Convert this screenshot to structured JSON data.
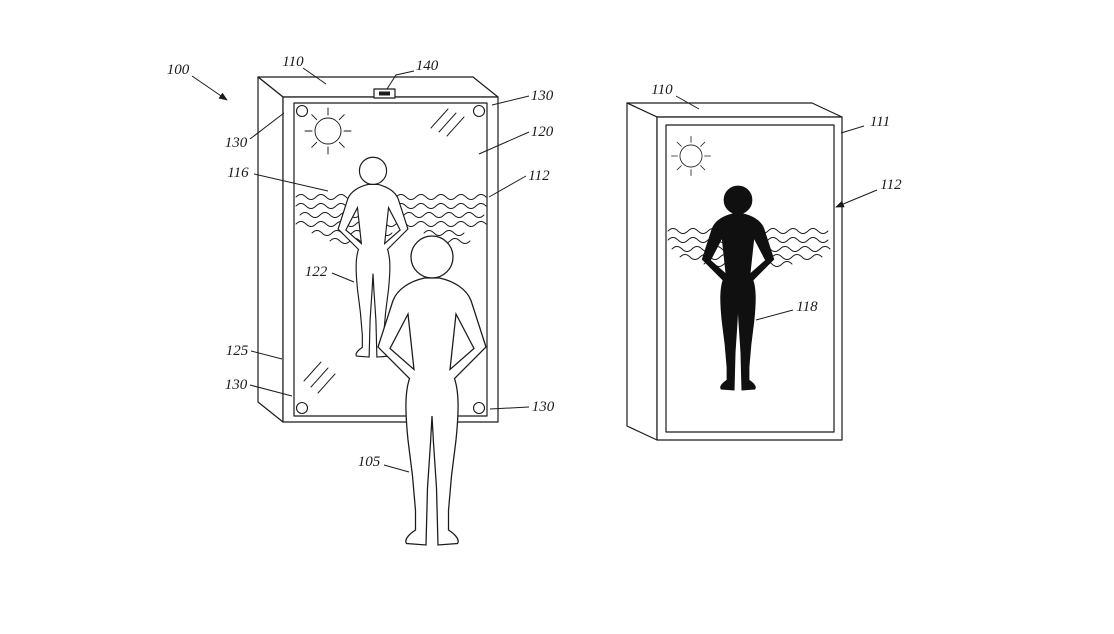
{
  "figure": {
    "kind": "patent-line-drawing",
    "ink_color": "#1b1b1b",
    "paper_color": "#ffffff",
    "left_view": {
      "callouts": {
        "c100": "100",
        "c110": "110",
        "c140": "140",
        "c130_top_left": "130",
        "c130_top_right": "130",
        "c130_bottom_left": "130",
        "c130_bottom_right": "130",
        "c120": "120",
        "c112": "112",
        "c116": "116",
        "c122": "122",
        "c125": "125",
        "c105": "105"
      }
    },
    "right_view": {
      "callouts": {
        "c110": "110",
        "c111": "111",
        "c112": "112",
        "c118": "118"
      }
    }
  }
}
